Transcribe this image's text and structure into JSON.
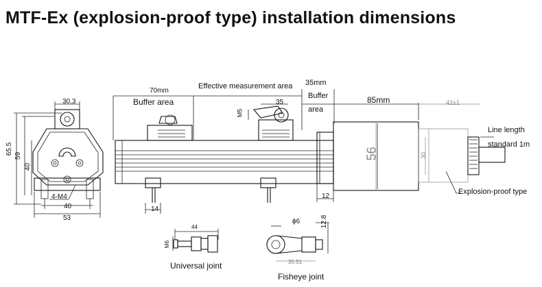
{
  "title": "MTF-Ex (explosion-proof type) installation dimensions",
  "labels": {
    "effective_area": "Effective measurement area",
    "buffer_left": "Buffer area",
    "buffer_right_1": "Buffer",
    "buffer_right_2": "area",
    "line_length_1": "Line length",
    "line_length_2": "standard 1m",
    "explosion_proof": "Explosion-proof type",
    "universal_joint": "Universal joint",
    "fisheye_joint": "Fisheye joint"
  },
  "dimensions": {
    "d30_3": "30.3",
    "d65_5": "65.5",
    "d59": "59",
    "d40_v": "40",
    "d4m4": "4-M4",
    "d40_h": "40",
    "d53": "53",
    "d70mm": "70mm",
    "d35mm": "35mm",
    "d35": "35",
    "dM5": "M5",
    "d85mm": "85mm",
    "d42": "42±1",
    "d56": "56",
    "d30": "30",
    "d14": "14",
    "d12": "12",
    "d44": "44",
    "dM6": "M6",
    "d6": "ϕ6",
    "d12_8": "12.8",
    "d30_51": "30.51"
  }
}
